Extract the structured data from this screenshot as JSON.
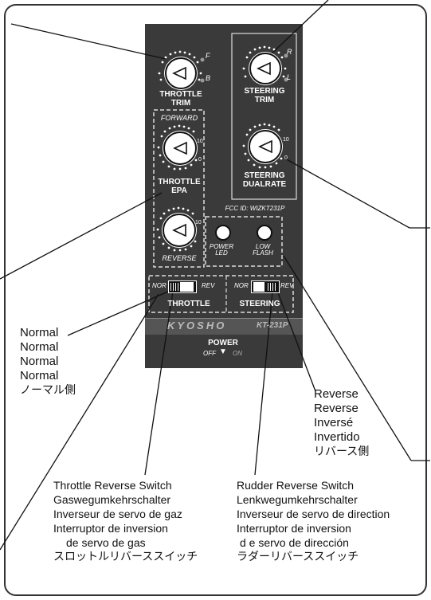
{
  "panel": {
    "throttle_trim": {
      "label_1": "THROTTLE",
      "label_2": "TRIM",
      "mark_top": "F",
      "mark_bottom": "B"
    },
    "steering_trim": {
      "label_1": "STEERING",
      "label_2": "TRIM",
      "mark_top": "R",
      "mark_bottom": "L"
    },
    "throttle_epa": {
      "label_top": "FORWARD",
      "label_1": "THROTTLE",
      "label_2": "EPA",
      "label_bottom": "REVERSE",
      "scale_max": "10",
      "scale_min": "0"
    },
    "steering_dualrate": {
      "label_1": "STEERING",
      "label_2": "DUALRATE",
      "scale_max": "10",
      "scale_min": "0"
    },
    "fcc_id": "FCC ID: WIZKT231P",
    "power_led": {
      "label_1": "POWER",
      "label_2": "LED"
    },
    "low_flash": {
      "label_1": "LOW",
      "label_2": "FLASH"
    },
    "throttle_switch": {
      "left": "NOR",
      "right": "REV",
      "label": "THROTTLE"
    },
    "steering_switch": {
      "left": "NOR",
      "right": "REV",
      "label": "STEERING"
    },
    "brand": "KYOSHO",
    "model": "KT-231P",
    "power": {
      "label": "POWER",
      "off": "OFF",
      "on": "ON",
      "arrow": "▼"
    }
  },
  "callouts": {
    "normal": [
      "Normal",
      "Normal",
      "Normal",
      "Normal",
      "ノーマル側"
    ],
    "reverse": [
      "Reverse",
      "Reverse",
      "Inversé",
      "Invertido",
      "リバース側"
    ],
    "throttle_reverse_switch": [
      "Throttle Reverse Switch",
      "Gaswegumkehrschalter",
      "Inverseur de servo de gaz",
      "Interruptor de inversion",
      "de servo de gas",
      "スロットルリバーススイッチ"
    ],
    "rudder_reverse_switch": [
      "Rudder Reverse Switch",
      "Lenkwegumkehrschalter",
      "Inverseur de servo de direction",
      "Interruptor de inversion",
      "d e servo de dirección",
      "ラダーリバーススイッチ"
    ]
  },
  "colors": {
    "panel": "#3a3a3a",
    "text_on_panel": "#ffffff",
    "line": "#111111",
    "frame": "#333333"
  }
}
